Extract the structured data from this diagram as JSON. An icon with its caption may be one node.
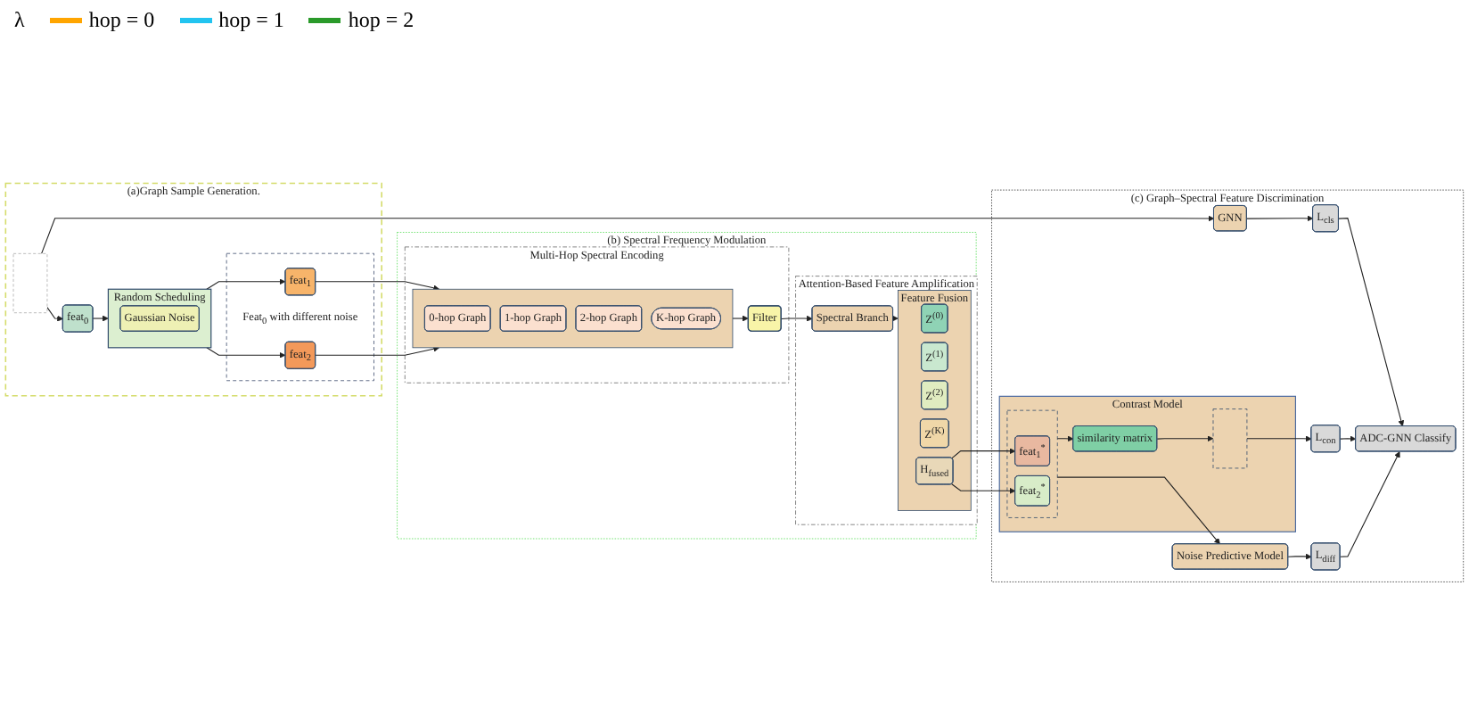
{
  "diagram": {
    "nodes": [
      {
        "text": [
          "(a)Graph Sample Generation."
        ]
      },
      {
        "text": [
          "Random Scheduling"
        ],
        "in": 0
      },
      {
        "text": [
          "Gaussian Noise"
        ],
        "in": 1
      },
      {
        "text": [
          "Feat$_{0}$ with different noise"
        ],
        "in": 0
      },
      {
        "text": [
          "feat$_{1}$"
        ],
        "in": 3
      },
      {
        "text": [
          "feat$_{2}$"
        ],
        "in": 3
      },
      {
        "text": [
          "feat$_{0}$"
        ],
        "in": 0
      },
      {
        "text": [],
        "shape": "box",
        "in": 0
      },
      {
        "text": [
          "(b) Spectral Frequency Modulation"
        ]
      },
      {
        "text": [
          "Multi-Hop Spectral Encoding"
        ],
        "in": 8
      },
      {
        "text": [
          "Filter"
        ],
        "in": 9
      },
      {
        "text": [],
        "shape": "box",
        "in": 9
      },
      {
        "text": [
          "0-hop Graph"
        ],
        "in": 11
      },
      {
        "text": [
          "1-hop Graph"
        ],
        "in": 11
      },
      {
        "text": [
          "2-hop Graph"
        ],
        "in": 11
      },
      {
        "text": [
          "K-hop Graph"
        ],
        "in": 11
      },
      {
        "text": [
          "Attention-Based Feature Amplification"
        ],
        "in": 8
      },
      {
        "text": [
          "Spectral Branch"
        ],
        "in": 16
      },
      {
        "text": [
          "Feature Fusion"
        ],
        "in": 16
      },
      {
        "text": [
          "Z$^{(0)}$"
        ],
        "in": 18
      },
      {
        "text": [
          "Z$^{(1)}$"
        ],
        "in": 18
      },
      {
        "text": [
          "Z$^{(2)}$"
        ],
        "in": 18
      },
      {
        "text": [
          "Z$^{(K)}$"
        ],
        "in": 18
      },
      {
        "text": [
          "H$_{fused}$"
        ],
        "in": 18
      },
      {
        "text": [
          "(c) Graph–Spectral Feature Discrimination"
        ]
      },
      {
        "text": [
          "ADC-GNN Classify"
        ],
        "in": 24
      },
      {
        "text": [
          "L$_{cls}$"
        ],
        "in": 24
      },
      {
        "text": [
          "L$_{con}$"
        ],
        "in": 24
      },
      {
        "text": [
          "L$_{diff}$"
        ],
        "in": 24
      },
      {
        "text": [
          "GNN"
        ],
        "in": 24
      },
      {
        "text": [
          "Contrast Model"
        ],
        "in": 24
      },
      {
        "text": [],
        "shape": "box",
        "in": 30
      },
      {
        "text": [
          "similarity matrix"
        ],
        "in": 30
      },
      {
        "text": [],
        "shape": "box",
        "in": 30
      },
      {
        "text": [
          "feat$_{1}$$^{*}$"
        ],
        "in": 33
      },
      {
        "text": [
          "feat$_{2}$$^{*}$"
        ],
        "in": 33
      },
      {
        "text": [
          "Noise Predictive Model"
        ],
        "in": 24
      }
    ],
    "edges": [
      {
        "from": 7,
        "to": 6,
        "arrow": "to"
      },
      {
        "from": 6,
        "to": 1,
        "arrow": "to"
      },
      {
        "from": 1,
        "to": 4,
        "arrow": "to"
      },
      {
        "from": 1,
        "to": 5,
        "arrow": "to"
      },
      {
        "from": 4,
        "to": 11,
        "arrow": "to"
      },
      {
        "from": 5,
        "to": 11,
        "arrow": "to"
      },
      {
        "from": 11,
        "to": 10,
        "arrow": "to"
      },
      {
        "from": 10,
        "to": 17,
        "arrow": "to"
      },
      {
        "from": 17,
        "to": 18,
        "arrow": "to"
      },
      {
        "from": 23,
        "to": 34,
        "arrow": "to"
      },
      {
        "from": 23,
        "to": 35,
        "arrow": "to"
      },
      {
        "from": 7,
        "to": 29,
        "arrow": "to"
      },
      {
        "from": 29,
        "to": 26,
        "arrow": "to"
      },
      {
        "from": 33,
        "to": 32,
        "arrow": "to"
      },
      {
        "from": 32,
        "to": 31,
        "arrow": "to"
      },
      {
        "from": 31,
        "to": 27,
        "arrow": "to"
      },
      {
        "from": 33,
        "to": 36,
        "arrow": "to"
      },
      {
        "from": 36,
        "to": 28,
        "arrow": "to"
      },
      {
        "from": 26,
        "to": 25,
        "arrow": "to"
      },
      {
        "from": 27,
        "to": 25,
        "arrow": "to"
      },
      {
        "from": 28,
        "to": 25,
        "arrow": "to"
      }
    ],
    "labels": [
      "λ"
    ],
    "legend": [
      {
        "text": "hop = 0"
      },
      {
        "text": "hop = 1"
      },
      {
        "text": "hop = 2"
      }
    ]
  }
}
